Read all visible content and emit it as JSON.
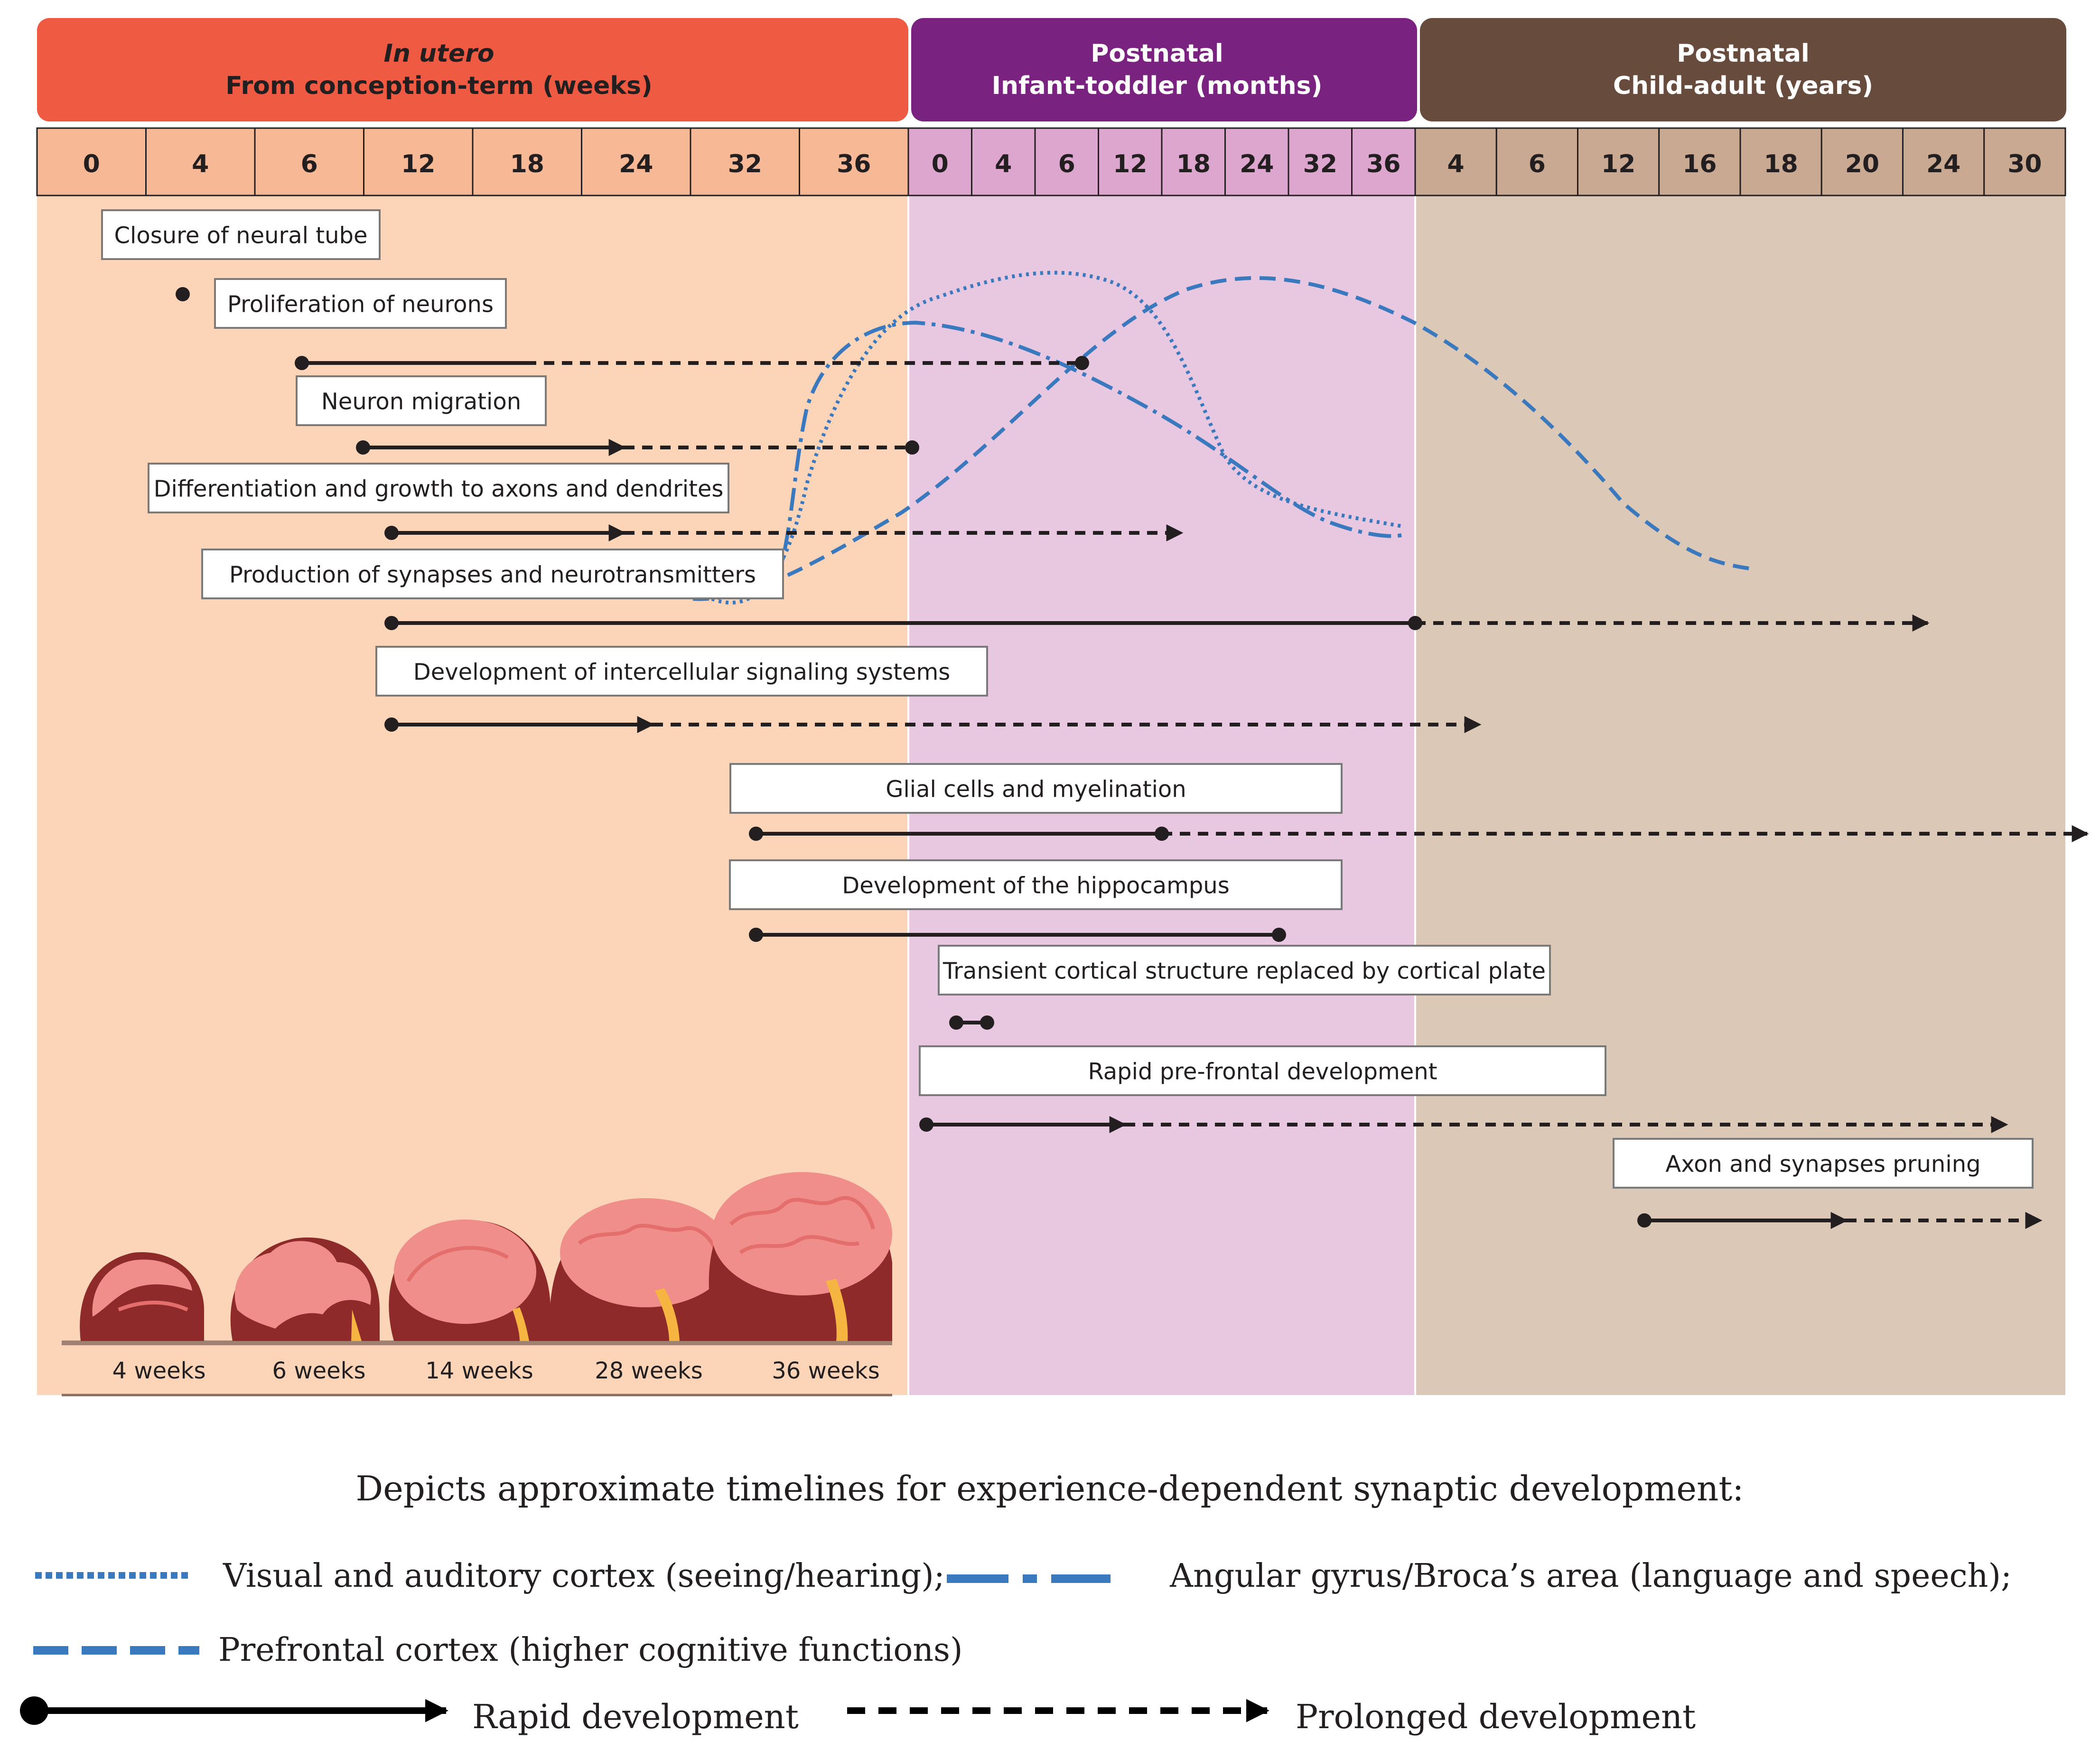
{
  "colors": {
    "utero_header": "#ef5a42",
    "infant_header": "#7a2280",
    "child_header": "#674c3d",
    "utero_scale": "#f7b896",
    "infant_scale": "#dda6ce",
    "child_scale": "#caa992",
    "utero_bg": "#fcd5b8",
    "infant_bg": "#e8c8e0",
    "child_bg": "#dcc8b6",
    "curve_blue": "#3a79bd",
    "bar_dark": "#231f20",
    "brain_pink": "#f08e8c",
    "skin_dark": "#8e2b2a"
  },
  "headers": {
    "utero": {
      "line1": "In utero",
      "line2": "From conception-term (weeks)"
    },
    "infant": {
      "line1": "Postnatal",
      "line2": "Infant-toddler (months)"
    },
    "child": {
      "line1": "Postnatal",
      "line2": "Child-adult (years)"
    }
  },
  "scales": {
    "utero": [
      "0",
      "4",
      "6",
      "12",
      "18",
      "24",
      "32",
      "36"
    ],
    "infant": [
      "0",
      "4",
      "6",
      "12",
      "18",
      "24",
      "32",
      "36"
    ],
    "child": [
      "4",
      "6",
      "12",
      "16",
      "18",
      "20",
      "24",
      "30"
    ]
  },
  "processes": [
    {
      "label": "Closure of neural tube"
    },
    {
      "label": "Proliferation of neurons"
    },
    {
      "label": "Neuron migration"
    },
    {
      "label": "Differentiation and growth to axons and dendrites"
    },
    {
      "label": "Production of synapses and neurotransmitters"
    },
    {
      "label": "Development of intercellular signaling systems"
    },
    {
      "label": "Glial cells and myelination"
    },
    {
      "label": "Development of the hippocampus"
    },
    {
      "label": "Transient cortical structure replaced by cortical plate"
    },
    {
      "label": "Rapid pre-frontal development"
    },
    {
      "label": "Axon and synapses pruning"
    }
  ],
  "brains": {
    "labels": [
      "4 weeks",
      "6 weeks",
      "14 weeks",
      "28 weeks",
      "36 weeks"
    ]
  },
  "curves": [
    {
      "name": "Visual and auditory cortex",
      "style": "dotted"
    },
    {
      "name": "Angular gyrus/Broca's area",
      "style": "dash-dot"
    },
    {
      "name": "Prefrontal cortex",
      "style": "dashed"
    }
  ],
  "legend": {
    "intro": "Depicts approximate timelines for experience-dependent synaptic development:",
    "visual": "Visual and auditory cortex (seeing/hearing);",
    "angular": "Angular gyrus/Broca’s area (language and speech);",
    "prefrontal": "Prefrontal cortex (higher cognitive functions)",
    "rapid": "Rapid development",
    "prolonged": "Prolonged development"
  }
}
